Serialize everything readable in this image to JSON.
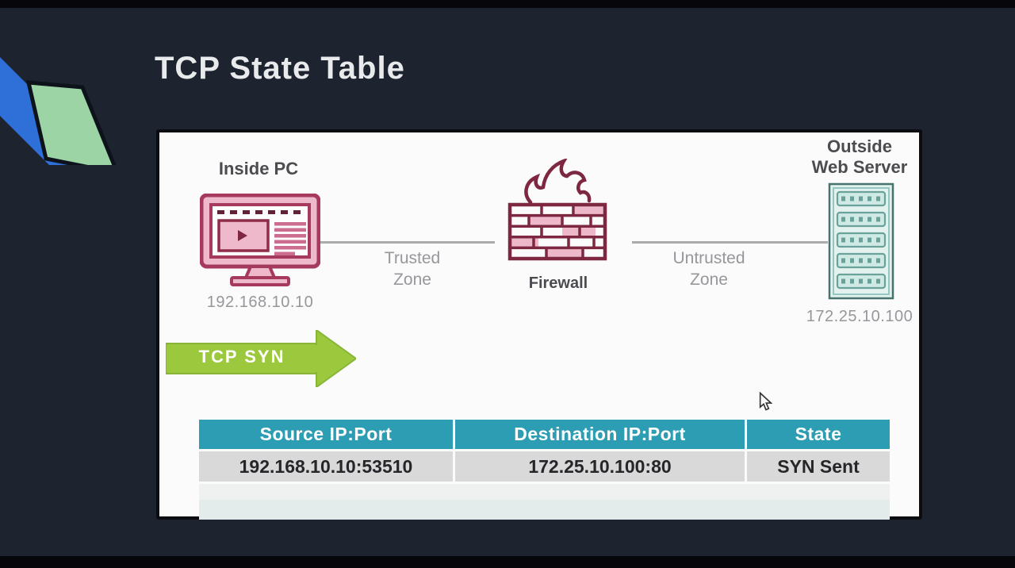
{
  "slide": {
    "title": "TCP State Table"
  },
  "diagram": {
    "inside_pc": {
      "label": "Inside PC",
      "ip": "192.168.10.10"
    },
    "trusted_zone": {
      "label_line1": "Trusted",
      "label_line2": "Zone"
    },
    "firewall": {
      "label": "Firewall"
    },
    "untrusted_zone": {
      "label_line1": "Untrusted",
      "label_line2": "Zone"
    },
    "outside_web_server": {
      "label_line1": "Outside",
      "label_line2": "Web Server",
      "ip": "172.25.10.100"
    },
    "packet_arrow": {
      "label": "TCP SYN",
      "direction": "right"
    }
  },
  "state_table": {
    "columns": [
      "Source IP:Port",
      "Destination IP:Port",
      "State"
    ],
    "rows": [
      [
        "192.168.10.10:53510",
        "172.25.10.100:80",
        "SYN Sent"
      ]
    ]
  },
  "colors": {
    "background": "#1d2430",
    "slide_background": "#fbfbfc",
    "table_header_teal": "#2d9db4",
    "table_row_gray": "#d9d9d9",
    "arrow_green": "#9cc83e",
    "icon_maroon": "#a53a5c",
    "icon_pink": "#edb9cb",
    "server_teal_fill": "#e3f2ef",
    "server_teal_stroke": "#68a29b",
    "logo_blue": "#2e6fd8",
    "logo_green": "#9dd4a6",
    "title_text": "#e9eaec",
    "zone_text": "#97979b",
    "node_label_text": "#4b4b50"
  }
}
